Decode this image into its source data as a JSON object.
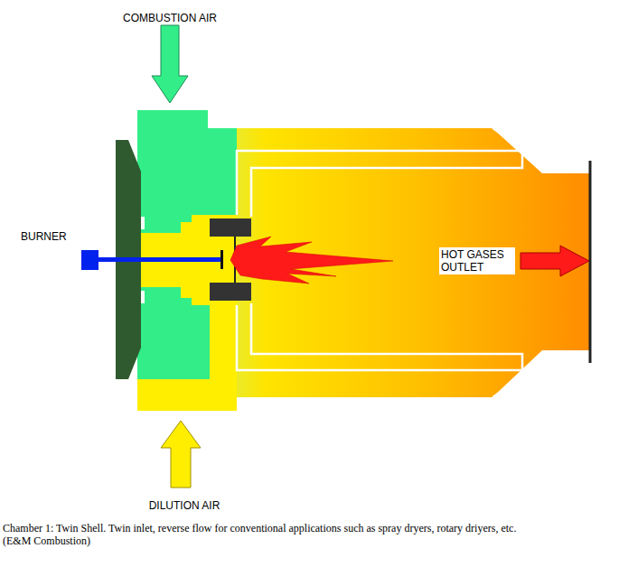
{
  "diagram": {
    "caption": "Chamber 1: Twin Shell. Twin inlet, reverse flow for conventional applications such as spray dryers, rotary driyers, etc. (E&M Combustion)",
    "labels": [
      "COMBUSTION AIR",
      "BURNER",
      "DILUTION AIR",
      "HOT GASES OUTLET"
    ]
  }
}
